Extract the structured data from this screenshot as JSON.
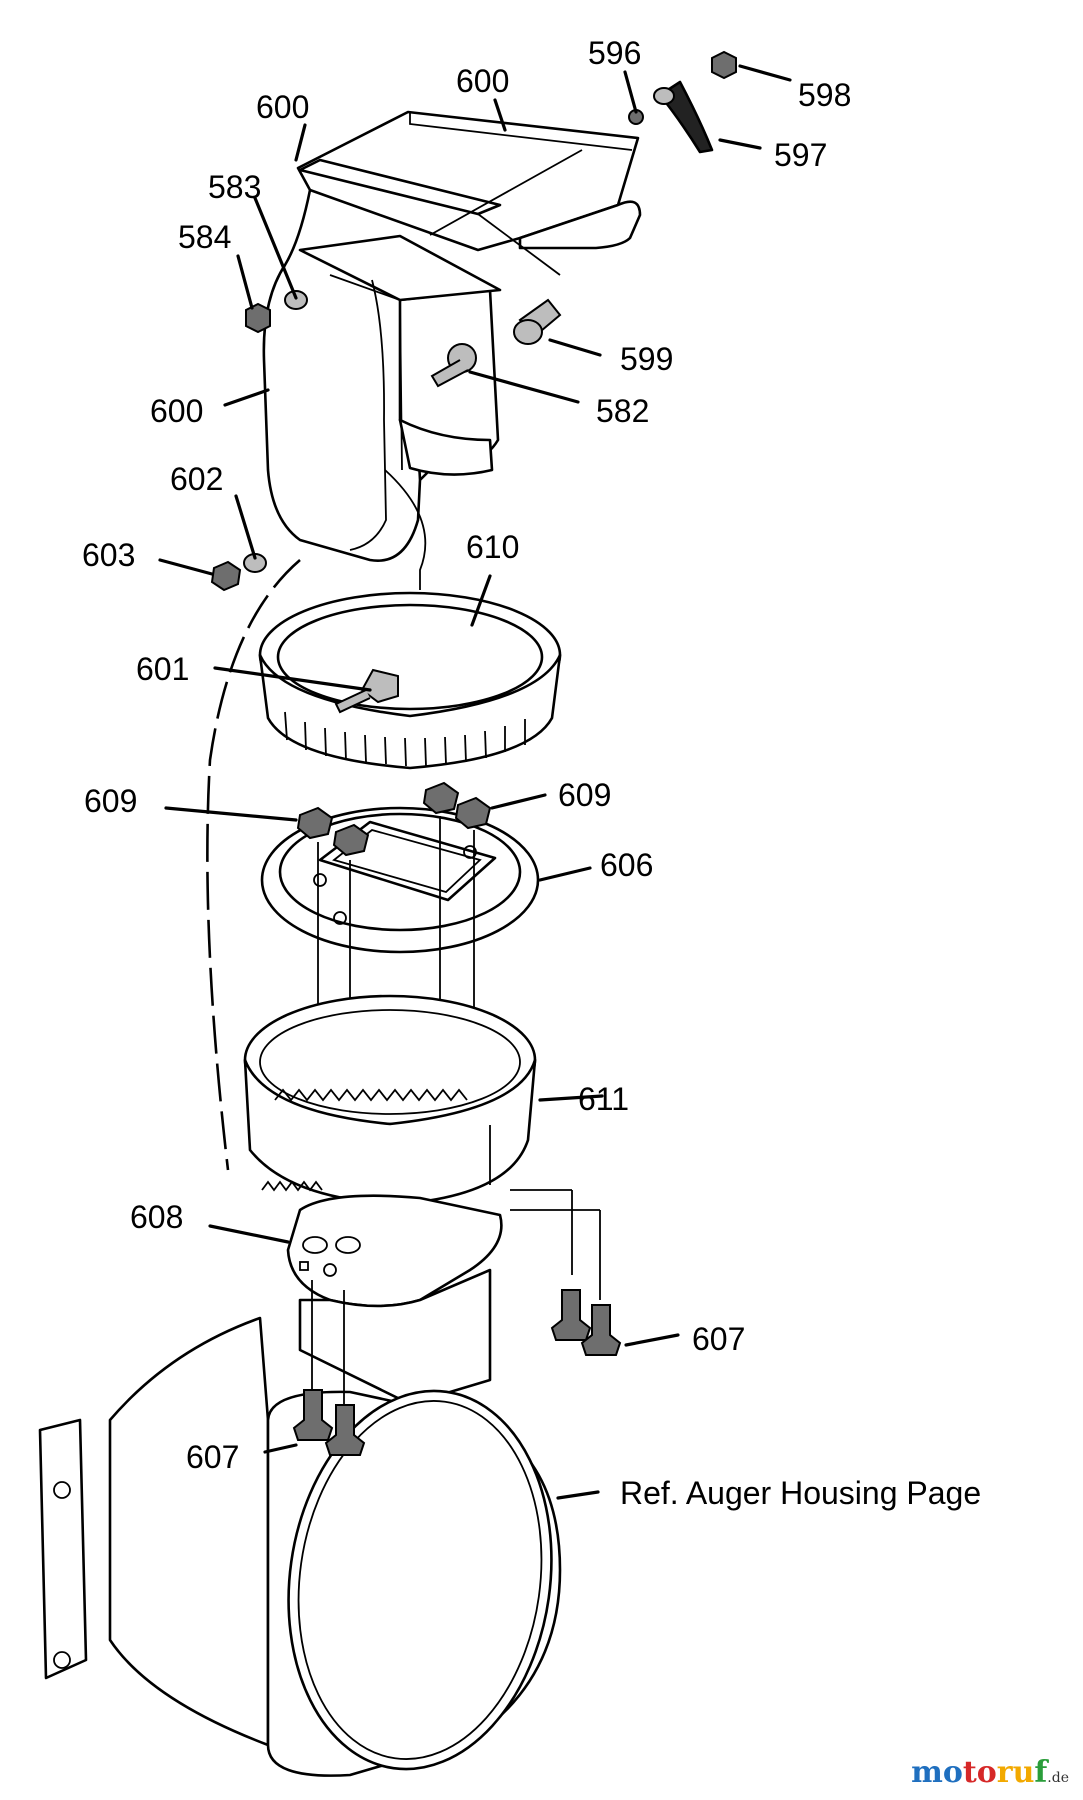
{
  "diagram": {
    "callouts": [
      {
        "id": "c600a",
        "text": "600"
      },
      {
        "id": "c600b",
        "text": "600"
      },
      {
        "id": "c600c",
        "text": "600"
      },
      {
        "id": "c596",
        "text": "596"
      },
      {
        "id": "c598",
        "text": "598"
      },
      {
        "id": "c597",
        "text": "597"
      },
      {
        "id": "c583",
        "text": "583"
      },
      {
        "id": "c584",
        "text": "584"
      },
      {
        "id": "c599",
        "text": "599"
      },
      {
        "id": "c582",
        "text": "582"
      },
      {
        "id": "c602",
        "text": "602"
      },
      {
        "id": "c603",
        "text": "603"
      },
      {
        "id": "c610",
        "text": "610"
      },
      {
        "id": "c601",
        "text": "601"
      },
      {
        "id": "c609a",
        "text": "609"
      },
      {
        "id": "c609b",
        "text": "609"
      },
      {
        "id": "c606",
        "text": "606"
      },
      {
        "id": "c611",
        "text": "611"
      },
      {
        "id": "c608",
        "text": "608"
      },
      {
        "id": "c607a",
        "text": "607"
      },
      {
        "id": "c607b",
        "text": "607"
      }
    ],
    "reference_note": "Ref. Auger Housing Page"
  },
  "watermark": {
    "parts": [
      "mo",
      "to",
      "ru",
      "f"
    ],
    "suffix": ".de",
    "colors": [
      "#1f6fbf",
      "#d62828",
      "#f2a900",
      "#2a9d3a"
    ]
  }
}
